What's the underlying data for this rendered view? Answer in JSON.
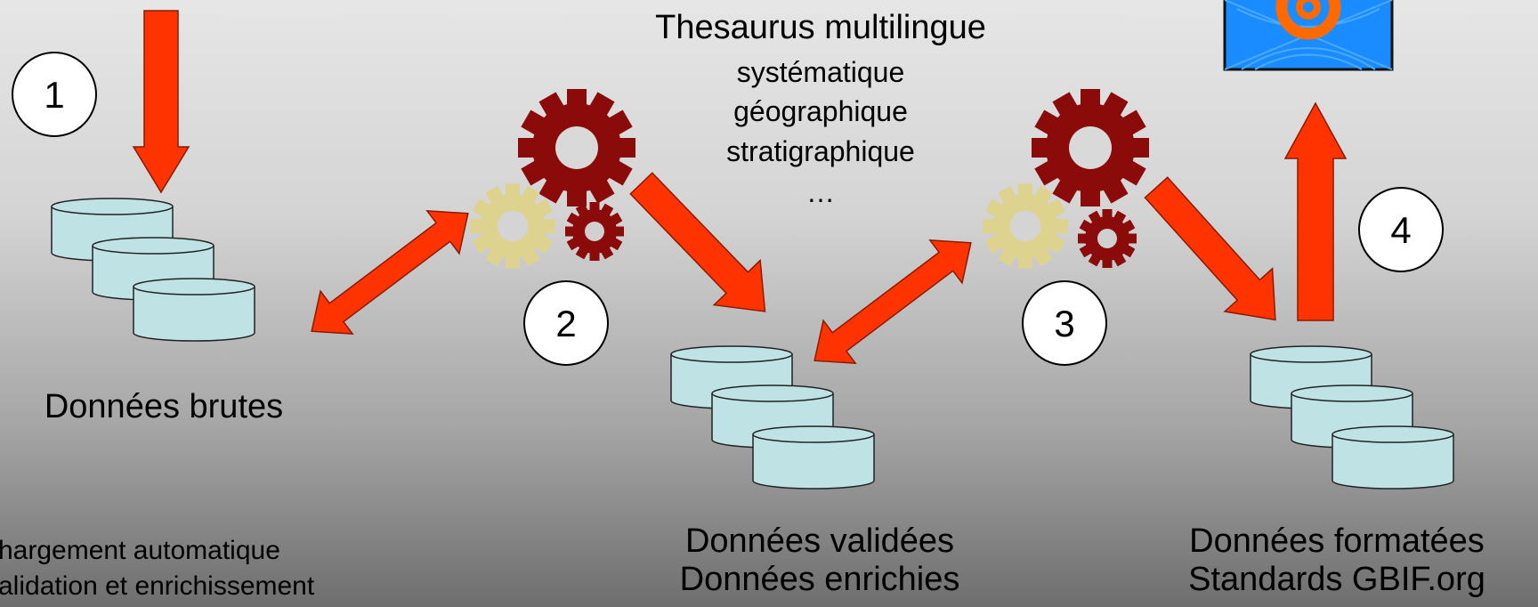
{
  "thesaurus": {
    "title": "Thesaurus multilingue",
    "items": [
      "systématique",
      "géographique",
      "stratigraphique",
      "…"
    ]
  },
  "datasets": {
    "raw": "Données brutes",
    "validated": [
      "Données validées",
      "Données enrichies"
    ],
    "formatted": [
      "Données formatées",
      "Standards GBIF.org"
    ]
  },
  "legend": [
    "hargement automatique",
    "alidation et enrichissement"
  ],
  "steps": [
    "1",
    "2",
    "3",
    "4"
  ],
  "icons": {
    "web": "web-at-icon",
    "gear": "gear-icon",
    "database": "database-icon",
    "arrow": "arrow-icon"
  },
  "colors": {
    "arrow": "#ff3300",
    "gear_dark": "#8b0a0a",
    "gear_light": "#ddd38f",
    "db_fill": "#bfe3e4",
    "web_bg": "#1a8cff"
  }
}
